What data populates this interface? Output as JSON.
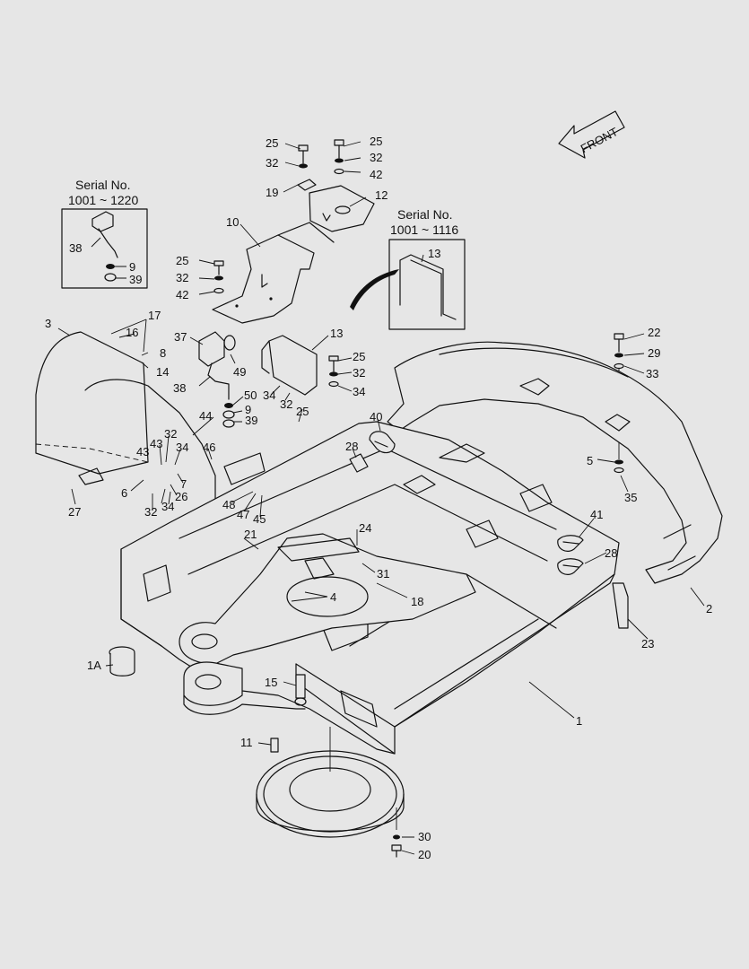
{
  "insets": {
    "left_serial_label": "Serial No.",
    "left_serial_range": "1001 ~ 1220",
    "right_serial_label": "Serial No.",
    "right_serial_range": "1001 ~ 1116"
  },
  "front_label": "FRONT",
  "part_labels": [
    {
      "id": "p25a",
      "text": "25"
    },
    {
      "id": "p32a",
      "text": "32"
    },
    {
      "id": "p19",
      "text": "19"
    },
    {
      "id": "p25b",
      "text": "25"
    },
    {
      "id": "p32b",
      "text": "32"
    },
    {
      "id": "p42a",
      "text": "42"
    },
    {
      "id": "p12",
      "text": "12"
    },
    {
      "id": "p10",
      "text": "10"
    },
    {
      "id": "p25c",
      "text": "25"
    },
    {
      "id": "p32c",
      "text": "32"
    },
    {
      "id": "p42b",
      "text": "42"
    },
    {
      "id": "p13a",
      "text": "13"
    },
    {
      "id": "p13b",
      "text": "13"
    },
    {
      "id": "p38a",
      "text": "38"
    },
    {
      "id": "p9a",
      "text": "9"
    },
    {
      "id": "p39a",
      "text": "39"
    },
    {
      "id": "p3",
      "text": "3"
    },
    {
      "id": "p17",
      "text": "17"
    },
    {
      "id": "p16",
      "text": "16"
    },
    {
      "id": "p8",
      "text": "8"
    },
    {
      "id": "p14",
      "text": "14"
    },
    {
      "id": "p37",
      "text": "37"
    },
    {
      "id": "p49",
      "text": "49"
    },
    {
      "id": "p38b",
      "text": "38"
    },
    {
      "id": "p25d",
      "text": "25"
    },
    {
      "id": "p32d",
      "text": "32"
    },
    {
      "id": "p34a",
      "text": "34"
    },
    {
      "id": "p50",
      "text": "50"
    },
    {
      "id": "p9b",
      "text": "9"
    },
    {
      "id": "p39b",
      "text": "39"
    },
    {
      "id": "p34b",
      "text": "34"
    },
    {
      "id": "p32e",
      "text": "32"
    },
    {
      "id": "p25e",
      "text": "25"
    },
    {
      "id": "p44",
      "text": "44"
    },
    {
      "id": "p40",
      "text": "40"
    },
    {
      "id": "p28a",
      "text": "28"
    },
    {
      "id": "p22",
      "text": "22"
    },
    {
      "id": "p29",
      "text": "29"
    },
    {
      "id": "p33",
      "text": "33"
    },
    {
      "id": "p32f",
      "text": "32"
    },
    {
      "id": "p43a",
      "text": "43"
    },
    {
      "id": "p43b",
      "text": "43"
    },
    {
      "id": "p34c",
      "text": "34"
    },
    {
      "id": "p46",
      "text": "46"
    },
    {
      "id": "p7",
      "text": "7"
    },
    {
      "id": "p6",
      "text": "6"
    },
    {
      "id": "p26",
      "text": "26"
    },
    {
      "id": "p32g",
      "text": "32"
    },
    {
      "id": "p34d",
      "text": "34"
    },
    {
      "id": "p27",
      "text": "27"
    },
    {
      "id": "p48",
      "text": "48"
    },
    {
      "id": "p47",
      "text": "47"
    },
    {
      "id": "p45",
      "text": "45"
    },
    {
      "id": "p21",
      "text": "21"
    },
    {
      "id": "p24",
      "text": "24"
    },
    {
      "id": "p31",
      "text": "31"
    },
    {
      "id": "p5",
      "text": "5"
    },
    {
      "id": "p35",
      "text": "35"
    },
    {
      "id": "p41",
      "text": "41"
    },
    {
      "id": "p28b",
      "text": "28"
    },
    {
      "id": "p4",
      "text": "4"
    },
    {
      "id": "p18",
      "text": "18"
    },
    {
      "id": "p2",
      "text": "2"
    },
    {
      "id": "p23",
      "text": "23"
    },
    {
      "id": "p1A",
      "text": "1A"
    },
    {
      "id": "p15",
      "text": "15"
    },
    {
      "id": "p1",
      "text": "1"
    },
    {
      "id": "p11",
      "text": "11"
    },
    {
      "id": "p30",
      "text": "30"
    },
    {
      "id": "p20",
      "text": "20"
    }
  ]
}
